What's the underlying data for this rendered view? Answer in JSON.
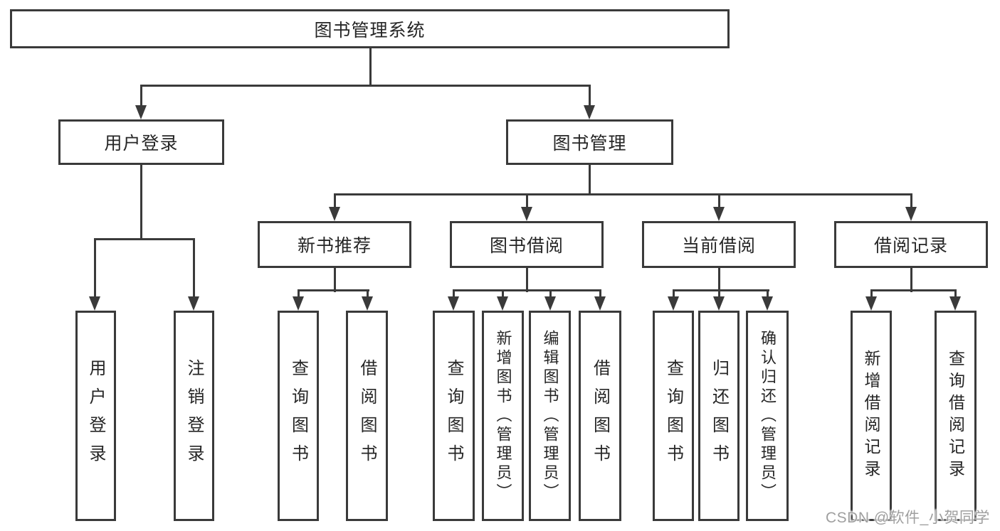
{
  "colors": {
    "background": "#ffffff",
    "line": "#3a3a3a",
    "text": "#262626",
    "watermark": "#9f9f9f"
  },
  "tree": {
    "label": "图书管理系统",
    "children": [
      {
        "label": "用户登录",
        "children": [
          {
            "label": "用户登录"
          },
          {
            "label": "注销登录"
          }
        ]
      },
      {
        "label": "图书管理",
        "children": [
          {
            "label": "新书推荐",
            "children": [
              {
                "label": "查询图书"
              },
              {
                "label": "借阅图书"
              }
            ]
          },
          {
            "label": "图书借阅",
            "children": [
              {
                "label": "查询图书"
              },
              {
                "label": "新增图书（管理员）"
              },
              {
                "label": "编辑图书（管理员）"
              },
              {
                "label": "借阅图书"
              }
            ]
          },
          {
            "label": "当前借阅",
            "children": [
              {
                "label": "查询图书"
              },
              {
                "label": "归还图书"
              },
              {
                "label": "确认归还（管理员）"
              }
            ]
          },
          {
            "label": "借阅记录",
            "children": [
              {
                "label": "新增借阅记录"
              },
              {
                "label": "查询借阅记录"
              }
            ]
          }
        ]
      }
    ]
  },
  "watermark": {
    "text": "CSDN @软件_小贺同学"
  }
}
